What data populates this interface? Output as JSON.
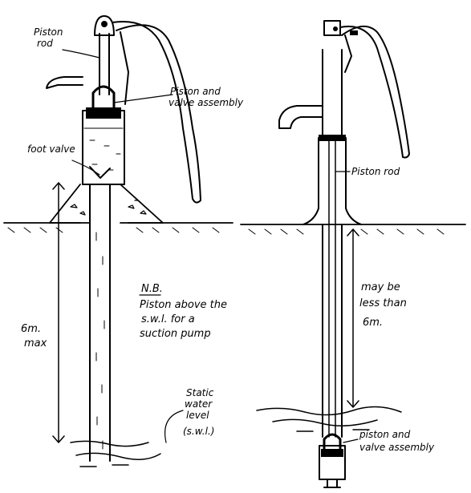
{
  "left_pump": {
    "labels": {
      "piston_rod": [
        "Piston",
        "rod"
      ],
      "piston_valve": [
        "Piston and",
        "valve assembly"
      ],
      "foot_valve": "foot valve",
      "max_depth": [
        "6m.",
        "max"
      ],
      "static_water_level": [
        "Static",
        "water",
        "level",
        "(s.w.l.)"
      ]
    }
  },
  "note": {
    "title": "N.B.",
    "lines": [
      "Piston above the",
      "s.w.l. for a",
      "suction pump"
    ]
  },
  "right_pump": {
    "labels": {
      "piston_rod": "Piston rod",
      "depth": [
        "may be",
        "less than",
        "6m."
      ],
      "piston_valve": [
        "piston and",
        "valve assembly"
      ]
    }
  }
}
